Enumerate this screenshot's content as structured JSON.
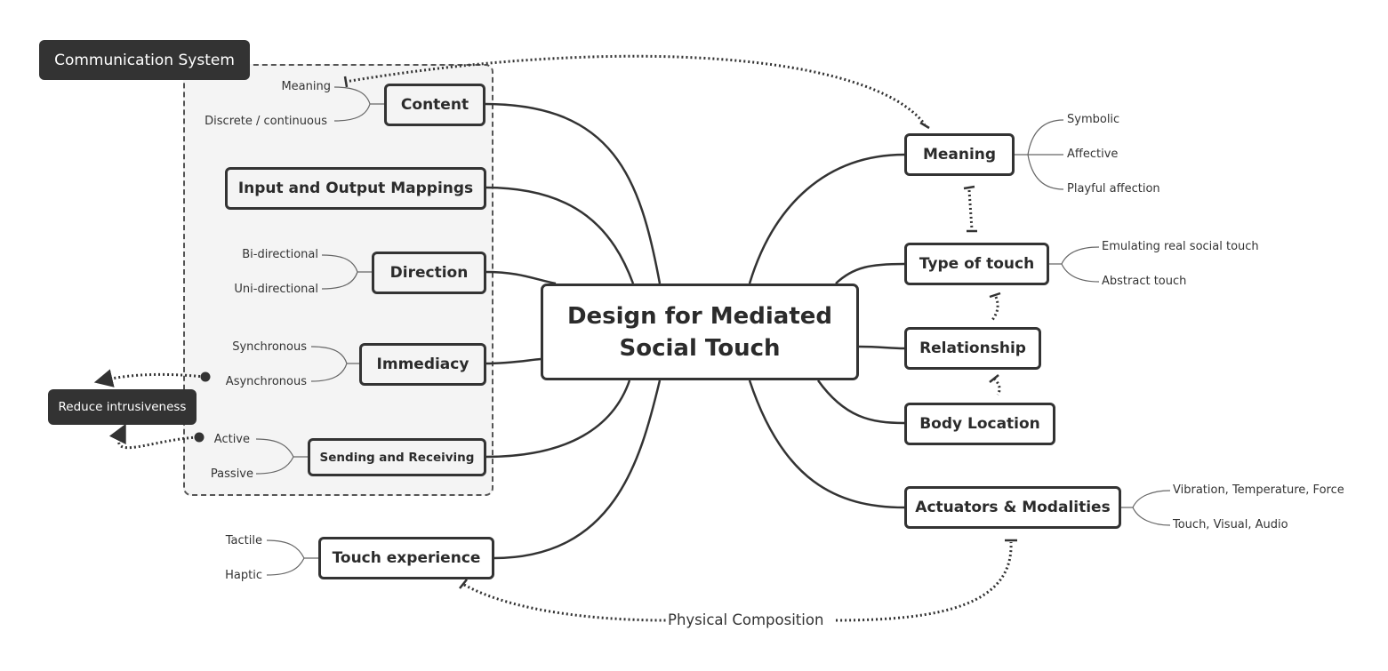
{
  "central_topic": {
    "line1": "Design for Mediated",
    "line2": "Social Touch"
  },
  "left_branches": {
    "content": {
      "label": "Content",
      "leaves": [
        "Meaning",
        "Discrete / continuous"
      ]
    },
    "input_output_mappings": {
      "label": "Input and Output Mappings"
    },
    "direction": {
      "label": "Direction",
      "leaves": [
        "Bi-directional",
        "Uni-directional"
      ]
    },
    "immediacy": {
      "label": "Immediacy",
      "leaves": [
        "Synchronous",
        "Asynchronous"
      ]
    },
    "sending_receiving": {
      "label": "Sending and Receiving",
      "leaves": [
        "Active",
        "Passive"
      ]
    },
    "touch_experience": {
      "label": "Touch experience",
      "leaves": [
        "Tactile",
        "Haptic"
      ]
    }
  },
  "right_branches": {
    "meaning": {
      "label": "Meaning",
      "leaves": [
        "Symbolic",
        "Affective",
        "Playful affection"
      ]
    },
    "type_of_touch": {
      "label": "Type of touch",
      "leaves": [
        "Emulating real social touch",
        "Abstract touch"
      ]
    },
    "relationship": {
      "label": "Relationship"
    },
    "body_location": {
      "label": "Body Location"
    },
    "actuators_modalities": {
      "label": "Actuators & Modalities",
      "leaves": [
        "Vibration, Temperature, Force",
        "Touch, Visual, Audio"
      ]
    }
  },
  "floating_topics": {
    "communication_system": "Communication System",
    "reduce_intrusiveness": "Reduce intrusiveness"
  },
  "relationships": {
    "physical_composition": "Physical Composition"
  },
  "colors": {
    "line": "#333333",
    "group_fill": "#f4f4f4",
    "dark_topic": "#333333",
    "dark_topic_text": "#ffffff",
    "leaf_line": "#666666"
  }
}
